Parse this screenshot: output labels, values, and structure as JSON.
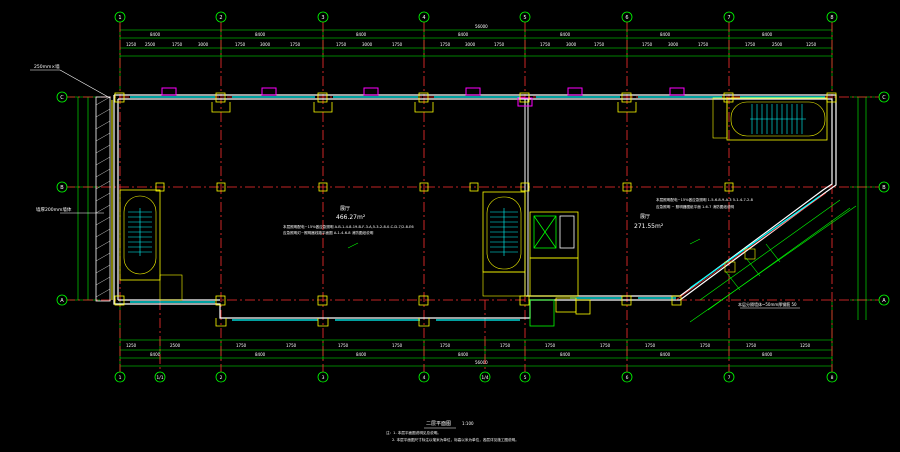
{
  "drawing": {
    "axes_top": [
      "1",
      "2",
      "3",
      "4",
      "5",
      "6",
      "7",
      "8"
    ],
    "axes_bottom": [
      "1",
      "1/1",
      "2",
      "3",
      "4",
      "1/4",
      "5",
      "6",
      "7",
      "8"
    ],
    "axes_rows": [
      "C",
      "B",
      "A"
    ],
    "overall_dim_top": "56000",
    "overall_dim_bottom": "56000",
    "room_left_name": "展厅",
    "room_left_area": "466.27m²",
    "room_left_note": "本层照明配电~15%做应急照明 A-B-1-4-8-19-B-F-3-A,5-3-2-8-0-C-D-7/2-8-E6",
    "room_left_note2": "应急照明灯~照明器线路平面图 A-1-4-6-8 消防图纸说明",
    "room_right_name": "展厅",
    "room_right_area": "271.55m²",
    "room_right_note": "本层照明配电~15%做应急照明 1-5-6-8-9-A-3 5-1-4-7-2-8",
    "room_right_note2": "应急照明 ~ 照明器图纸平面 1-6-7 消防图纸说明",
    "callout_top_left": "250mm×墙",
    "callout_left": "墙厚200mm墙体",
    "callout_right": "本层分隔墙体~50mm厚钢筋 50",
    "plan_title": "二层平面图",
    "plan_scale": "1:100",
    "notes_line1": "注：1. 本层平面图说明见总说明。",
    "notes_line2": "2. 本层平面图尺寸标注以毫米为单位，标高以米为单位，各层详见施工图说明。",
    "colors": {
      "background": "#000000",
      "axis": "#ff3030",
      "dim": "#00ff00",
      "wall": "#ffffff",
      "window": "#00ffff",
      "column": "#ffff00",
      "accent": "#ff00ff"
    }
  }
}
